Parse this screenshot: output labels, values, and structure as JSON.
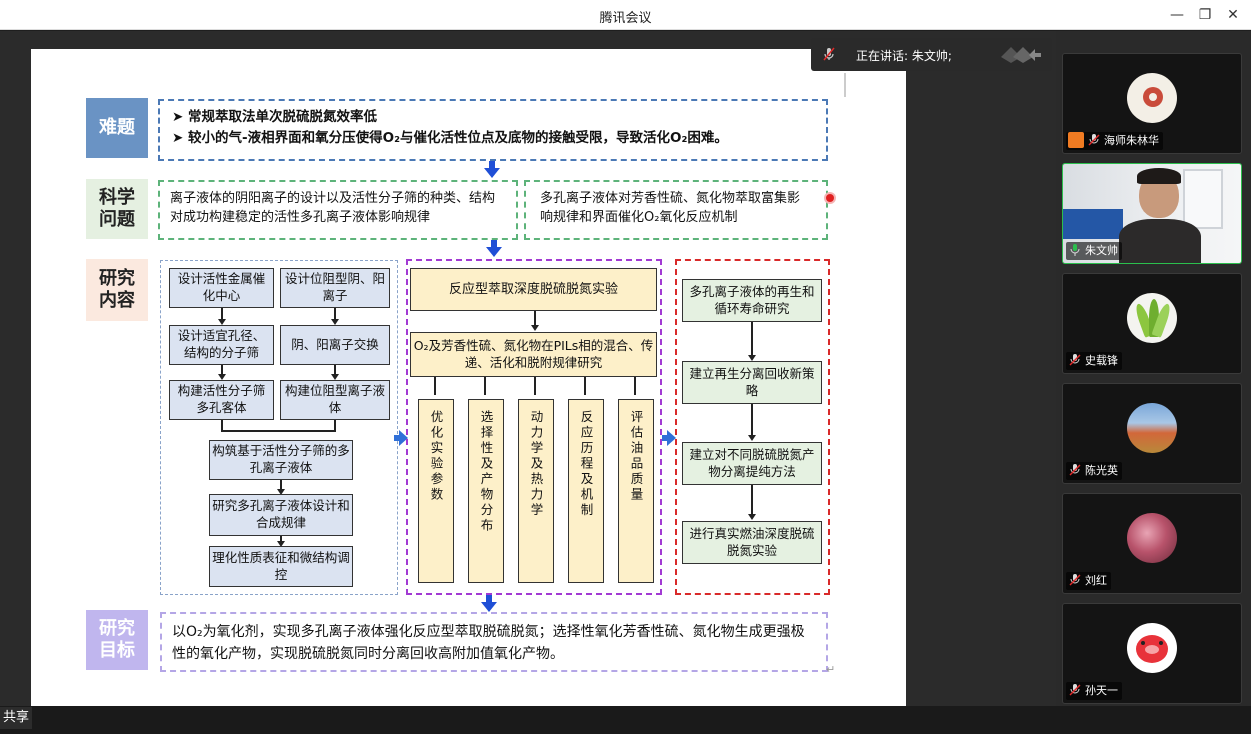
{
  "app": {
    "title": "腾讯会议"
  },
  "speaker": {
    "label": "正在讲话: 朱文帅;"
  },
  "bottom": {
    "share_label": "共享"
  },
  "participants": [
    {
      "name": "海师朱林华",
      "host": true
    },
    {
      "name": "朱文帅",
      "active": true
    },
    {
      "name": "史载锋"
    },
    {
      "name": "陈光英"
    },
    {
      "name": "刘红"
    },
    {
      "name": "孙天一"
    }
  ],
  "slide": {
    "labels": {
      "nanti": "难题",
      "kexue": "科学\n问题",
      "yanjiu": "研究\n内容",
      "mubiao": "研究\n目标"
    },
    "problems": [
      "➤ 常规萃取法单次脱硫脱氮效率低",
      "➤ 较小的气-液相界面和氧分压使得O₂与催化活性位点及底物的接触受限，导致活化O₂困难。"
    ],
    "science_left": "离子液体的阴阳离子的设计以及活性分子筛的种类、结构对成功构建稳定的活性多孔离子液体影响规律",
    "science_right": "多孔离子液体对芳香性硫、氮化物萃取富集影响规律和界面催化O₂氧化反应机制",
    "left_col": {
      "grid": [
        "设计活性金属催化中心",
        "设计位阻型阴、阳离子",
        "设计适宜孔径、结构的分子筛",
        "阴、阳离子交换",
        "构建活性分子筛多孔客体",
        "构建位阻型离子液体"
      ],
      "chain": [
        "构筑基于活性分子筛的多孔离子液体",
        "研究多孔离子液体设计和合成规律",
        "理化性质表征和微结构调控"
      ]
    },
    "mid_col": {
      "top": "反应型萃取深度脱硫脱氮实验",
      "second": "O₂及芳香性硫、氮化物在PILs相的混合、传递、活化和脱附规律研究",
      "verticals": [
        "优化实验参数",
        "选择性及产物分布",
        "动力学及热力学",
        "反应历程及机制",
        "评估油品质量"
      ]
    },
    "right_col": [
      "多孔离子液体的再生和循环寿命研究",
      "建立再生分离回收新策略",
      "建立对不同脱硫脱氮产物分离提纯方法",
      "进行真实燃油深度脱硫脱氮实验"
    ],
    "goal": "以O₂为氧化剂，实现多孔离子液体强化反应型萃取脱硫脱氮；选择性氧化芳香性硫、氮化物生成更强极性的氧化产物，实现脱硫脱氮同时分离回收高附加值氧化产物。",
    "colors": {
      "nanti_label": "#6a93c4",
      "kexue_label": "#e5f0e1",
      "yanjiu_label": "#fbe9df",
      "mubiao_label": "#c0b6ee",
      "blue_dash": "#4b79b5",
      "green_dash": "#5db37a",
      "purple_dash": "#a23ad3",
      "red_dash": "#d92a2a",
      "lavender_dash": "#b4a6e6"
    }
  }
}
